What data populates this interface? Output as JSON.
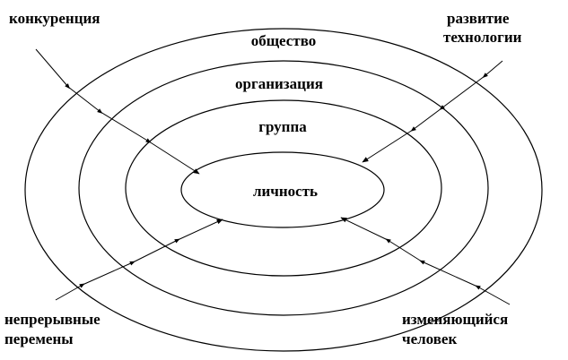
{
  "rings": {
    "society": "общество",
    "organization": "организация",
    "group": "группа",
    "person": "личность"
  },
  "forces": {
    "competition": "конкуренция",
    "technology_line1": "развитие",
    "technology_line2": "технологии",
    "changes_line1": "непрерывные",
    "changes_line2": "перемены",
    "human_line1": "изменяющийся",
    "human_line2": "человек"
  },
  "colors": {
    "stroke": "#000000",
    "background": "#ffffff"
  }
}
